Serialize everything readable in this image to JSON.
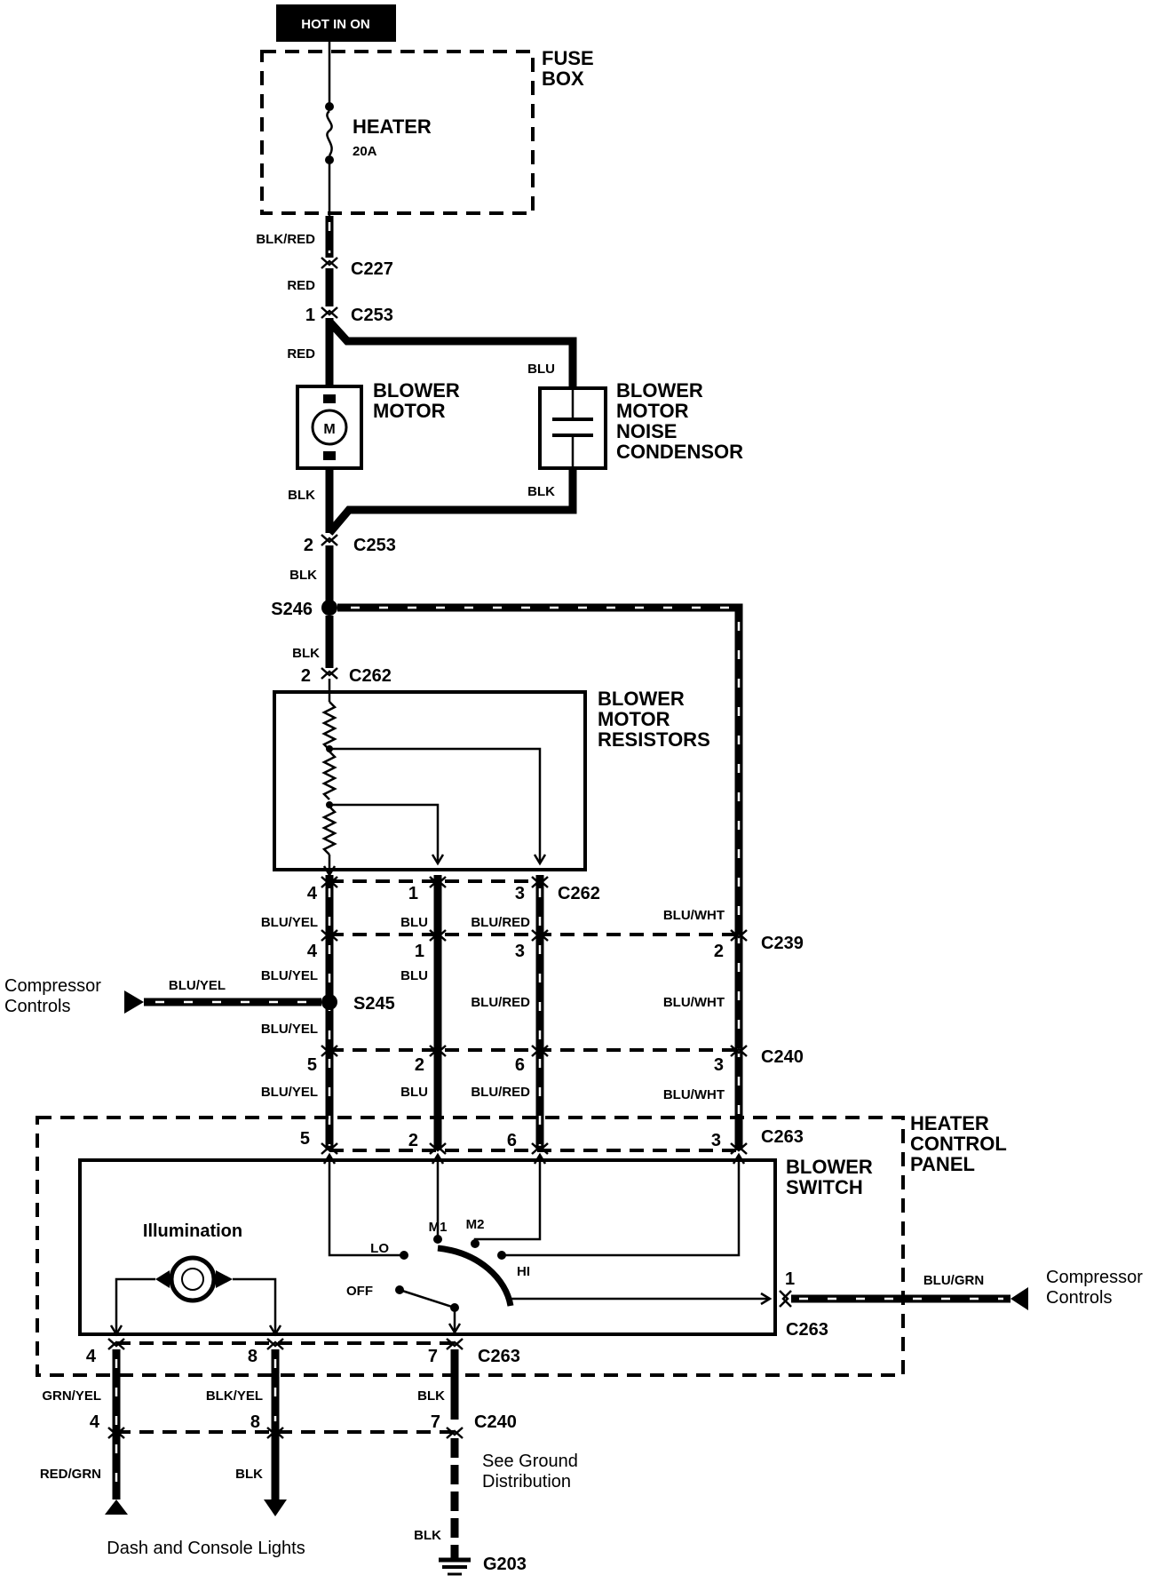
{
  "power": {
    "hot_label": "HOT IN ON"
  },
  "fuse_box": {
    "label_line1": "FUSE",
    "label_line2": "BOX",
    "fuse_name": "HEATER",
    "fuse_rating": "20A"
  },
  "wires": {
    "blk_red": "BLK/RED",
    "red_1": "RED",
    "red_2": "RED",
    "blu_1": "BLU",
    "blk_1": "BLK",
    "blk_2": "BLK",
    "blk_3": "BLK",
    "blk_4": "BLK",
    "blu_yel_1": "BLU/YEL",
    "blu_2": "BLU",
    "blu_red_1": "BLU/RED",
    "blu_wht_1": "BLU/WHT",
    "blu_yel_2": "BLU/YEL",
    "blu_3": "BLU",
    "blu_yel_3": "BLU/YEL",
    "blu_red_2": "BLU/RED",
    "blu_wht_2": "BLU/WHT",
    "blu_yel_4": "BLU/YEL",
    "blu_yel_5": "BLU/YEL",
    "blu_4": "BLU",
    "blu_red_3": "BLU/RED",
    "blu_wht_3": "BLU/WHT",
    "blu_grn": "BLU/GRN",
    "grn_yel": "GRN/YEL",
    "blk_yel": "BLK/YEL",
    "blk_5": "BLK",
    "red_grn": "RED/GRN",
    "blk_6": "BLK",
    "blk_7": "BLK"
  },
  "connectors": {
    "c227": "C227",
    "c253_a": "C253",
    "c253_b": "C253",
    "c262_a": "C262",
    "c262_b": "C262",
    "c239": "C239",
    "c240_a": "C240",
    "c263_a": "C263",
    "c263_b": "C263",
    "c263_c": "C263",
    "c240_b": "C240"
  },
  "splices": {
    "s246": "S246",
    "s245": "S245"
  },
  "pins": {
    "p1": "1",
    "p2": "2",
    "p3": "2",
    "c262_4": "4",
    "c262_1": "1",
    "c262_3": "3",
    "c239_4": "4",
    "c239_1": "1",
    "c239_3": "3",
    "c239_2": "2",
    "c240_5": "5",
    "c240_2": "2",
    "c240_6": "6",
    "c240_3": "3",
    "c263_5": "5",
    "c263_2": "2",
    "c263_6": "6",
    "c263_3": "3",
    "c263_1": "1",
    "c263_4": "4",
    "c263_8": "8",
    "c263_7": "7",
    "c240b_4": "4",
    "c240b_8": "8",
    "c240b_7": "7"
  },
  "components": {
    "blower_motor": [
      "BLOWER",
      "MOTOR"
    ],
    "motor_symbol": "M",
    "condensor": [
      "BLOWER",
      "MOTOR",
      "NOISE",
      "CONDENSOR"
    ],
    "resistors": [
      "BLOWER",
      "MOTOR",
      "RESISTORS"
    ],
    "heater_control_panel": [
      "HEATER",
      "CONTROL",
      "PANEL"
    ],
    "blower_switch": [
      "BLOWER",
      "SWITCH"
    ],
    "illumination": "Illumination",
    "switch_positions": {
      "off": "OFF",
      "lo": "LO",
      "m1": "M1",
      "m2": "M2",
      "hi": "HI"
    }
  },
  "references": {
    "compressor_left": [
      "Compressor",
      "Controls"
    ],
    "compressor_right": [
      "Compressor",
      "Controls"
    ],
    "ground_ref": [
      "See Ground",
      "Distribution"
    ],
    "dash_lights": "Dash and Console Lights",
    "ground": "G203"
  }
}
